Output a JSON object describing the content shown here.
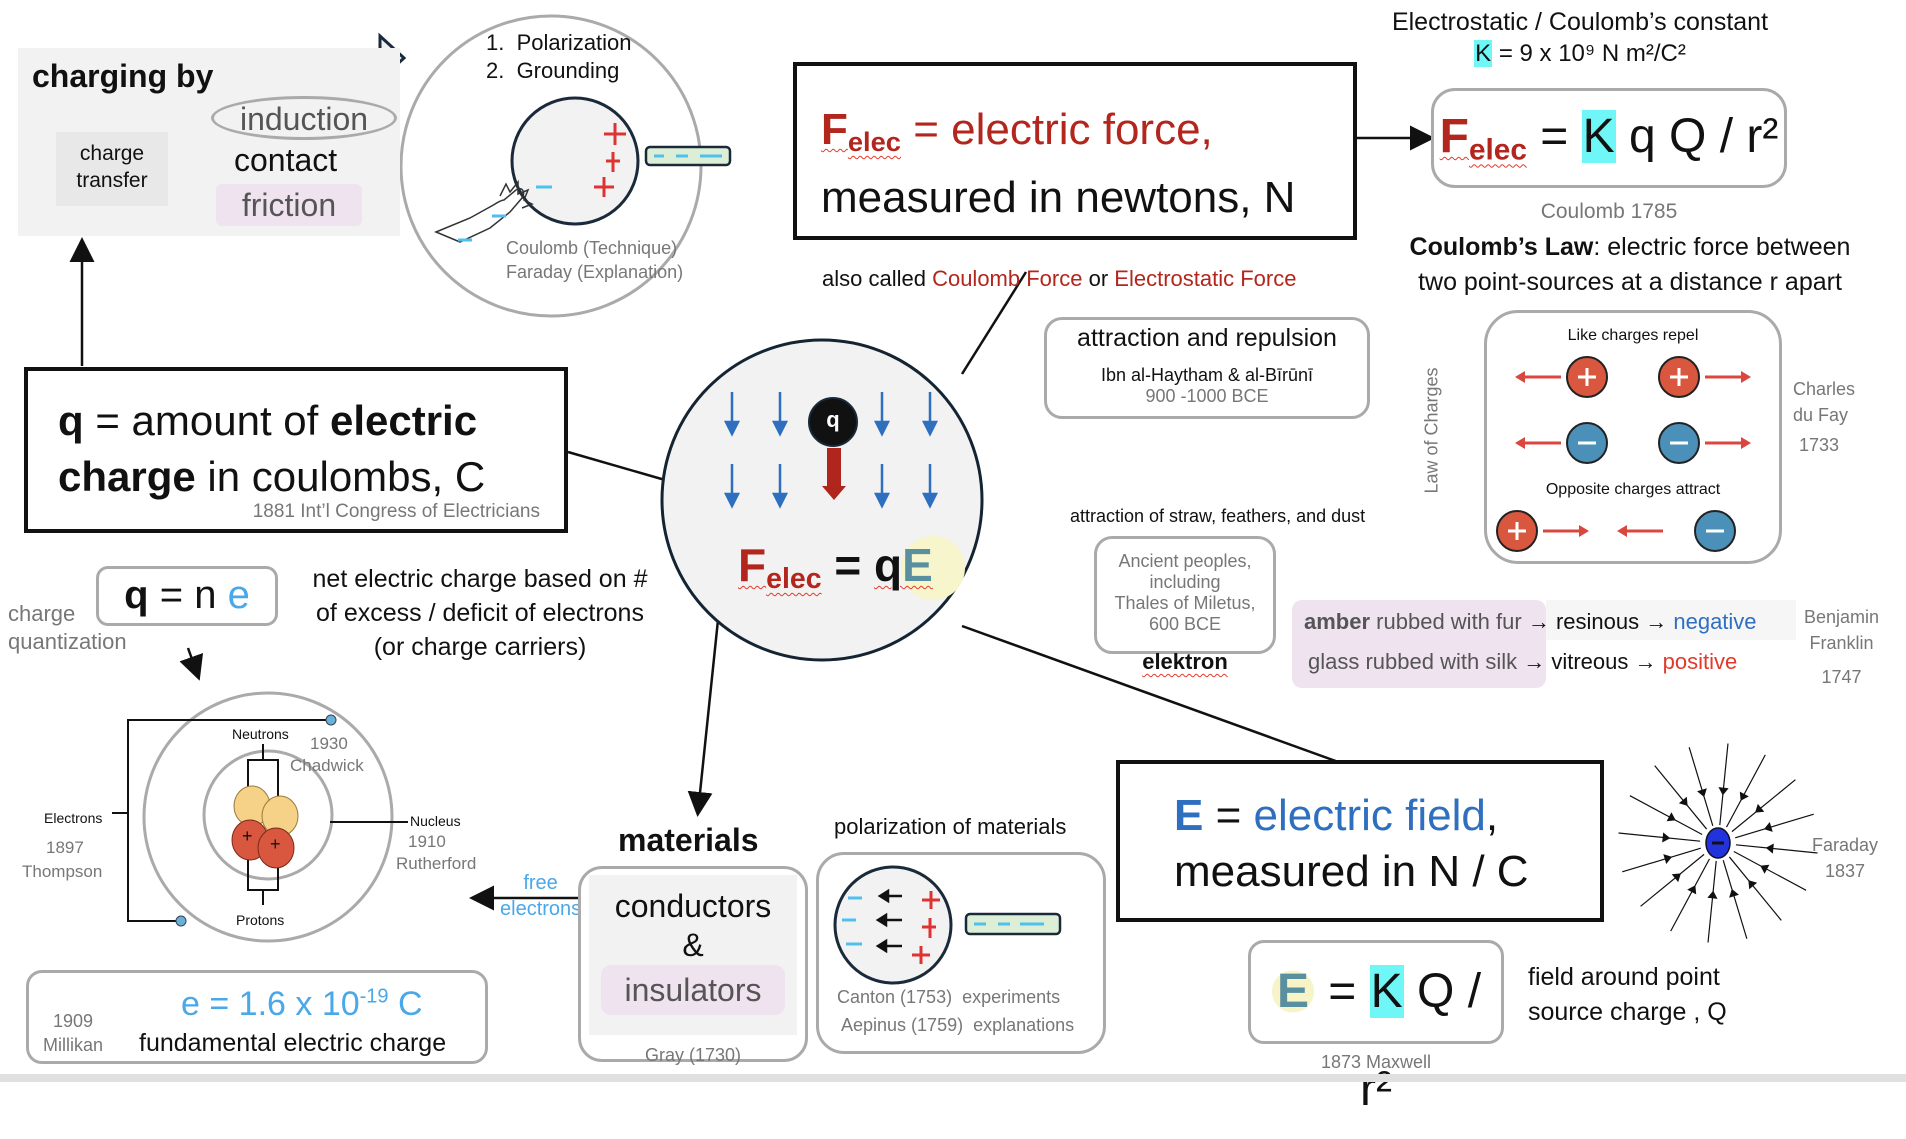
{
  "charging": {
    "title": "charging by",
    "charge_transfer": "charge transfer",
    "methods": [
      "induction",
      "contact",
      "friction"
    ],
    "induction_steps": [
      "1.  Polarization",
      "2.  Grounding"
    ],
    "induction_credit": [
      "Coulomb (Technique)",
      "Faraday (Explanation)"
    ]
  },
  "force": {
    "symbol": "F",
    "subscript": "elec",
    "definition": "= electric force,",
    "unit_line": "measured in newtons, N",
    "also_called_prefix": "also called",
    "alt_name_1": "Coulomb Force",
    "or": "or",
    "alt_name_2": "Electrostatic Force"
  },
  "coulomb": {
    "constant_title": "Electrostatic / Coulomb’s constant",
    "constant_K": "K",
    "constant_value": "= 9 x 10⁹ N m²/C²",
    "formula_eq": "=",
    "formula_K": "K",
    "formula_rest": "q Q / r²",
    "credit": "Coulomb 1785",
    "law_bold": "Coulomb’s Law",
    "law_text": ": electric force between",
    "law_text2": "two point-sources at a distance r apart"
  },
  "attraction": {
    "title": "attraction and repulsion",
    "names": "Ibn al-Haytham & al-Bīrūnī",
    "dates": "900 -1000 BCE"
  },
  "law_of_charges": {
    "side_label": "Law of Charges",
    "like": "Like charges repel",
    "opposite": "Opposite charges attract",
    "credit_name": "Charles du Fay",
    "credit_name_1": "Charles",
    "credit_name_2": "du Fay",
    "credit_year": "1733"
  },
  "charge": {
    "q": "q",
    "definition_1": "= amount of",
    "definition_bold_1": "electric",
    "definition_bold_2": "charge",
    "definition_2": "in coulombs, C",
    "credit": "1881 Int’l Congress of Electricians"
  },
  "center": {
    "q_label": "q",
    "eq": "=",
    "q": "q",
    "E": "E"
  },
  "ancient": {
    "heading": "attraction of straw, feathers, and dust",
    "people": "Ancient peoples, including",
    "thales": "Thales of Miletus, 600 BCE",
    "elektron": "elektron",
    "row1": {
      "bold": "amber",
      "a": "rubbed with fur",
      "b": "resinous",
      "c": "negative"
    },
    "row2": {
      "a": "glass rubbed with silk",
      "b": "vitreous",
      "c": "positive"
    },
    "arrow": "→",
    "credit_1": "Benjamin",
    "credit_2": "Franklin",
    "credit_year": "1747"
  },
  "quantization": {
    "label_1": "charge",
    "label_2": "quantization",
    "q": "q",
    "eq": "= n",
    "e": "e",
    "desc_1": "net electric charge based on #",
    "desc_2": "of excess / deficit of electrons",
    "desc_3": "(or charge carriers)"
  },
  "atom": {
    "neutrons": "Neutrons",
    "neutrons_year": "1930",
    "neutrons_credit": "Chadwick",
    "electrons": "Electrons",
    "electrons_year": "1897",
    "electrons_credit": "Thompson",
    "nucleus": "Nucleus",
    "nucleus_year": "1910",
    "nucleus_credit": "Rutherford",
    "protons": "Protons",
    "plus": "+"
  },
  "elementary": {
    "year": "1909",
    "name": "Millikan",
    "value": "e = 1.6 x 10",
    "exp": "-19",
    "unit": " C",
    "desc": "fundamental electric charge"
  },
  "materials": {
    "title": "materials",
    "free_1": "free",
    "free_2": "electrons",
    "conductors": "conductors",
    "amp": "&",
    "insulators": "insulators",
    "credit": "Gray (1730)",
    "polarization_title": "polarization of materials",
    "pol_credit_1": "Canton (1753)  experiments",
    "pol_credit_2": "Aepinus (1759)  explanations"
  },
  "field": {
    "E": "E",
    "eq": "=",
    "name": "electric field",
    "comma": ",",
    "unit_line": "measured in N / C",
    "credit_1": "Faraday",
    "credit_2": "1837",
    "formula_E": "E",
    "formula_eq": "=",
    "formula_K": "K",
    "formula_rest": "Q / r²",
    "formula_credit": "1873 Maxwell",
    "desc_1": "field around point",
    "desc_2": "source charge , Q"
  },
  "colors": {
    "force_red": "#b3261e",
    "field_blue": "#2f6fbf",
    "electron_blue": "#4aa8e8",
    "positive_red": "#d9573f",
    "negative_blue": "#4a90b8",
    "k_highlight": "#6ff7f7",
    "friction_purple": "#efe3ef"
  }
}
